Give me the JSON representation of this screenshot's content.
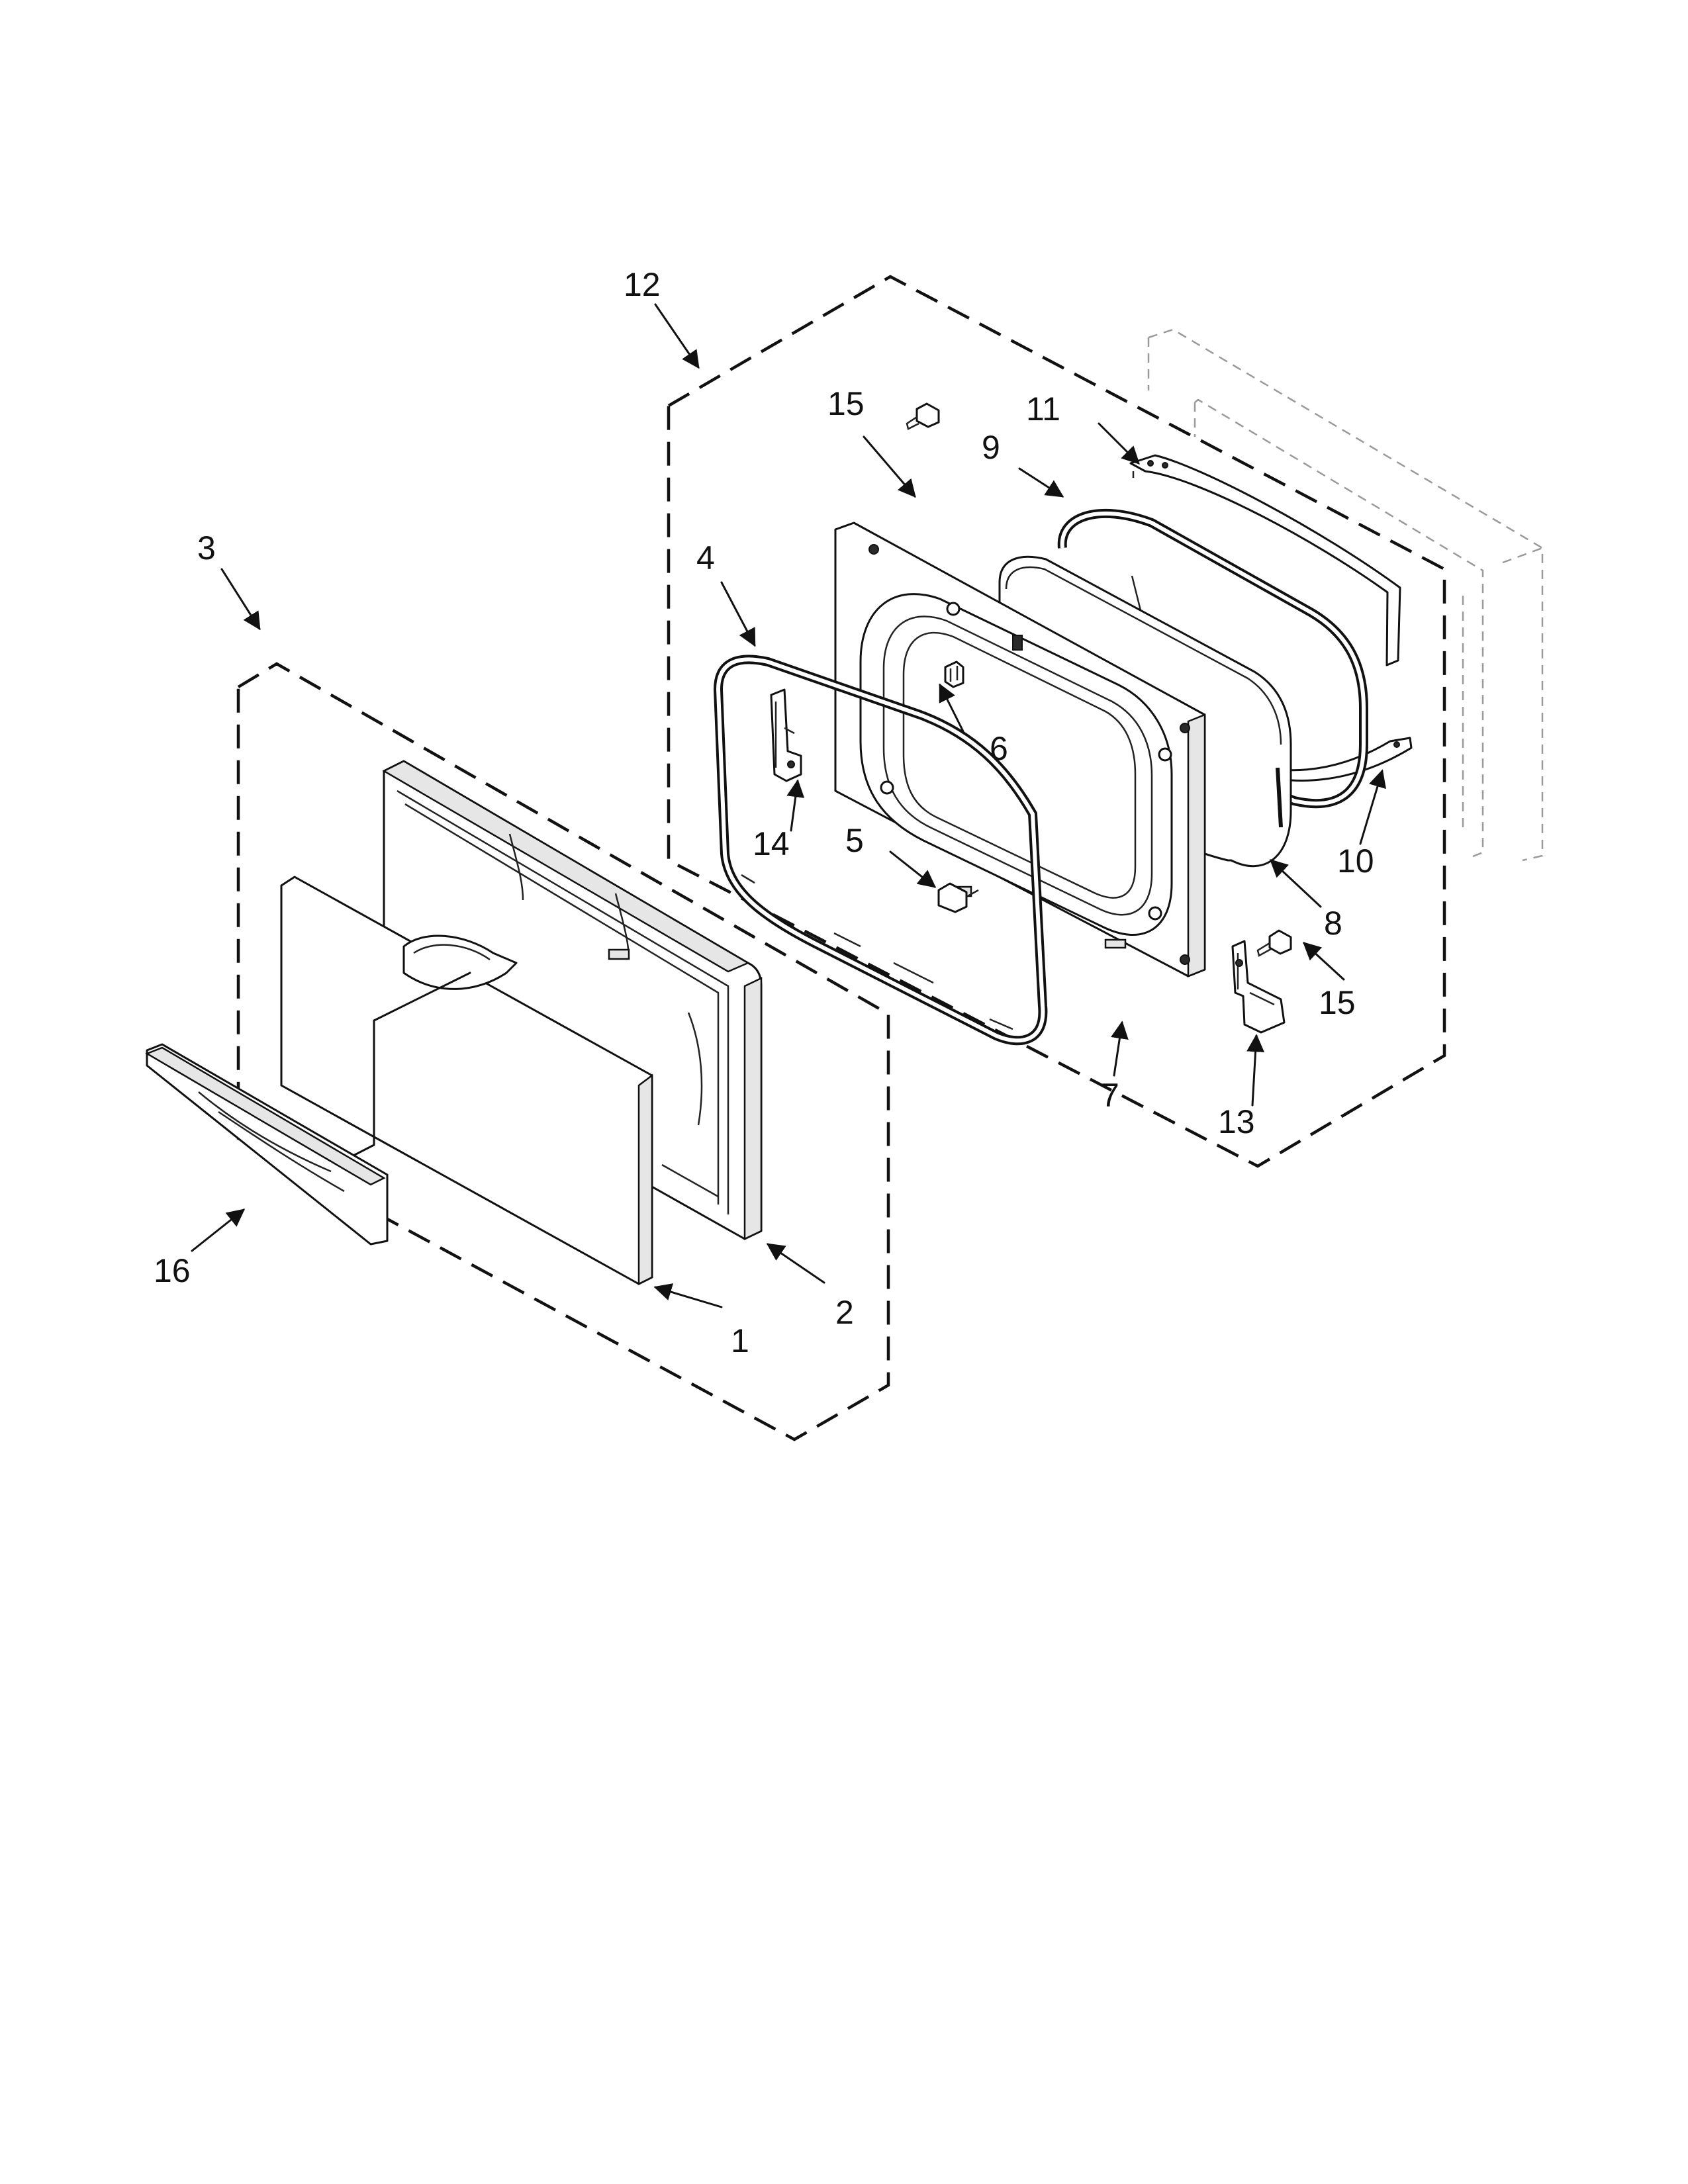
{
  "diagram": {
    "callouts": {
      "c1": "1",
      "c2": "2",
      "c3": "3",
      "c4": "4",
      "c5": "5",
      "c6": "6",
      "c7": "7",
      "c8": "8",
      "c9": "9",
      "c10": "10",
      "c11": "11",
      "c12": "12",
      "c13": "13",
      "c14": "14",
      "c15a": "15",
      "c15b": "15",
      "c16": "16"
    }
  }
}
